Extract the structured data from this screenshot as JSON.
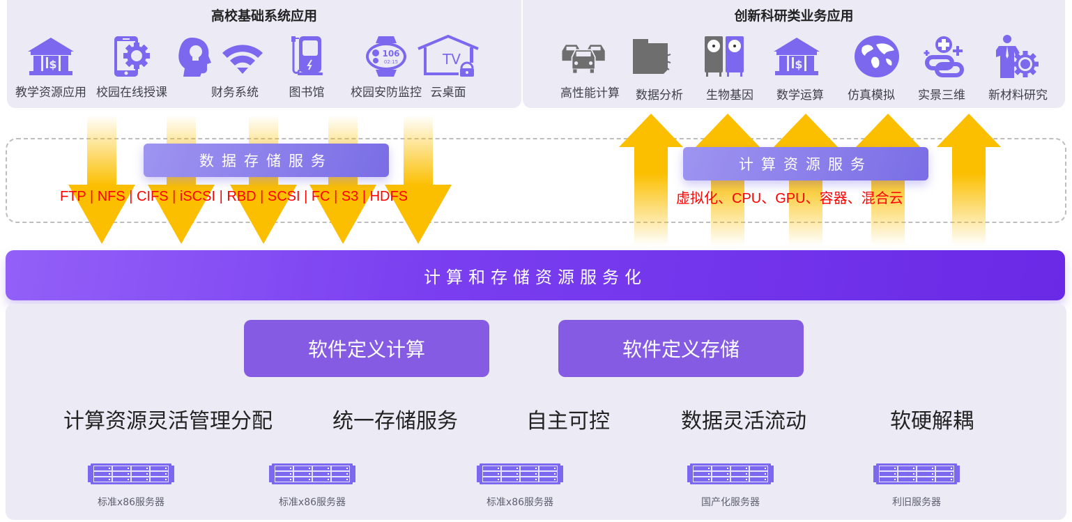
{
  "top_left_panel": {
    "title": "高校基础系统应用",
    "items": [
      {
        "label": "教学资源应用",
        "icon": "bank-building-icon"
      },
      {
        "label": "校园在线授课",
        "icon": "phone-gear-icon"
      },
      {
        "label": "财务系统",
        "icon": "head-lightbulb-icon"
      },
      {
        "label": "图书馆",
        "icon": "wifi-icon"
      },
      {
        "label": "校园安防监控",
        "icon": "charger-icon"
      },
      {
        "label": "云桌面",
        "icon": "smartwatch-icon",
        "watch_value": "106",
        "watch_time": "02:15"
      },
      {
        "label": "",
        "icon": "house-tv-lock-icon",
        "tv_text": "TV"
      }
    ]
  },
  "top_right_panel": {
    "title": "创新科研类业务应用",
    "items": [
      {
        "label": "高性能计算",
        "icon": "cars-icon"
      },
      {
        "label": "数据分析",
        "icon": "folder-icon"
      },
      {
        "label": "生物基因",
        "icon": "lab-cabinets-icon"
      },
      {
        "label": "数学运算",
        "icon": "bank-building-icon"
      },
      {
        "label": "仿真模拟",
        "icon": "globe-icon"
      },
      {
        "label": "实景三维",
        "icon": "link-plus-icon"
      },
      {
        "label": "新材料研究",
        "icon": "person-gear-icon"
      }
    ]
  },
  "storage_service": {
    "title": "数据存储服务",
    "protocols": "FTP | NFS | CIFS | iSCSI | RBD | SCSI | FC | S3 | HDFS"
  },
  "compute_service": {
    "title": "计算资源服务",
    "protocols": "虚拟化、CPU、GPU、容器、混合云"
  },
  "main_bar": {
    "label": "计算和存储资源服务化"
  },
  "bottom_panel": {
    "buttons": {
      "software_defined_compute": "软件定义计算",
      "software_defined_storage": "软件定义存储"
    },
    "features": [
      "计算资源灵活管理分配",
      "统一存储服务",
      "自主可控",
      "数据灵活流动",
      "软硬解耦"
    ],
    "servers": [
      {
        "label": "标准x86服务器"
      },
      {
        "label": "标准x86服务器"
      },
      {
        "label": "标准x86服务器"
      },
      {
        "label": "国产化服务器"
      },
      {
        "label": "利旧服务器"
      }
    ]
  },
  "colors": {
    "icon_purple": "#7b68ee",
    "icon_gray": "#6e6e6e",
    "arrow_yellow": "#fbbf00",
    "panel_bg": "#ecebf5",
    "main_bar_start": "#9360f8",
    "main_bar_end": "#6a29e6",
    "button_purple": "#865be3",
    "protocol_red": "#ff0000"
  }
}
